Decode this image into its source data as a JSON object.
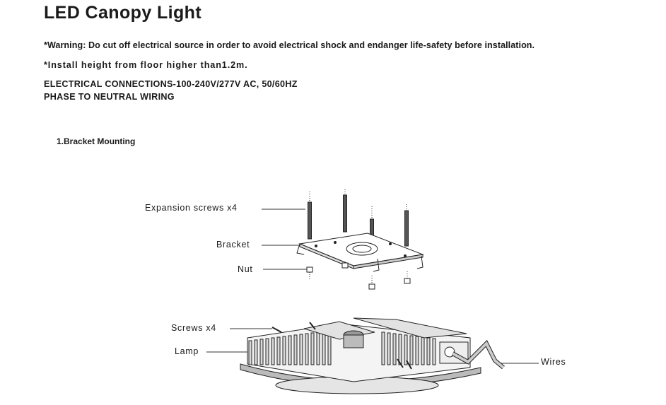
{
  "document": {
    "title": "LED Canopy Light",
    "warning": "*Warning: Do cut off electrical source in order to avoid electrical shock and endanger life-safety before installation.",
    "install_height": "*Install height from floor higher than1.2m.",
    "electrical": "ELECTRICAL CONNECTIONS-100-240V/277V AC, 50/60HZ",
    "wiring": "PHASE TO NEUTRAL WIRING",
    "step": "1.Bracket Mounting"
  },
  "diagram": {
    "labels": {
      "expansion_screws": "Expansion screws x4",
      "bracket": "Bracket",
      "nut": "Nut",
      "screws": "Screws x4",
      "lamp": "Lamp",
      "wires": "Wires"
    }
  }
}
